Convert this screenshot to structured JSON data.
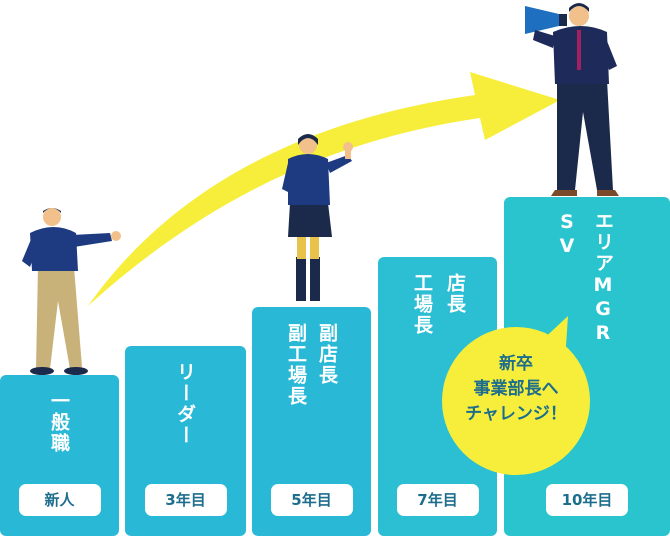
{
  "steps": [
    {
      "role": "一般職",
      "years": "新人"
    },
    {
      "role": "リーダー",
      "years": "3年目"
    },
    {
      "role_a": "副店長",
      "role_b": "副工場長",
      "years": "5年目"
    },
    {
      "role_a": "店長",
      "role_b": "工場長",
      "years": "7年目"
    },
    {
      "role_a": "エリアMGR",
      "role_b": "SV",
      "years": "10年目"
    }
  ],
  "callout": {
    "line1": "新卒",
    "line2": "事業部長へ",
    "line3": "チャレンジ！"
  },
  "colors": {
    "step": "#29b9d6",
    "arrow": "#f6ee3a",
    "suit": "#1e3b82",
    "text_dark": "#1d6d8d"
  }
}
